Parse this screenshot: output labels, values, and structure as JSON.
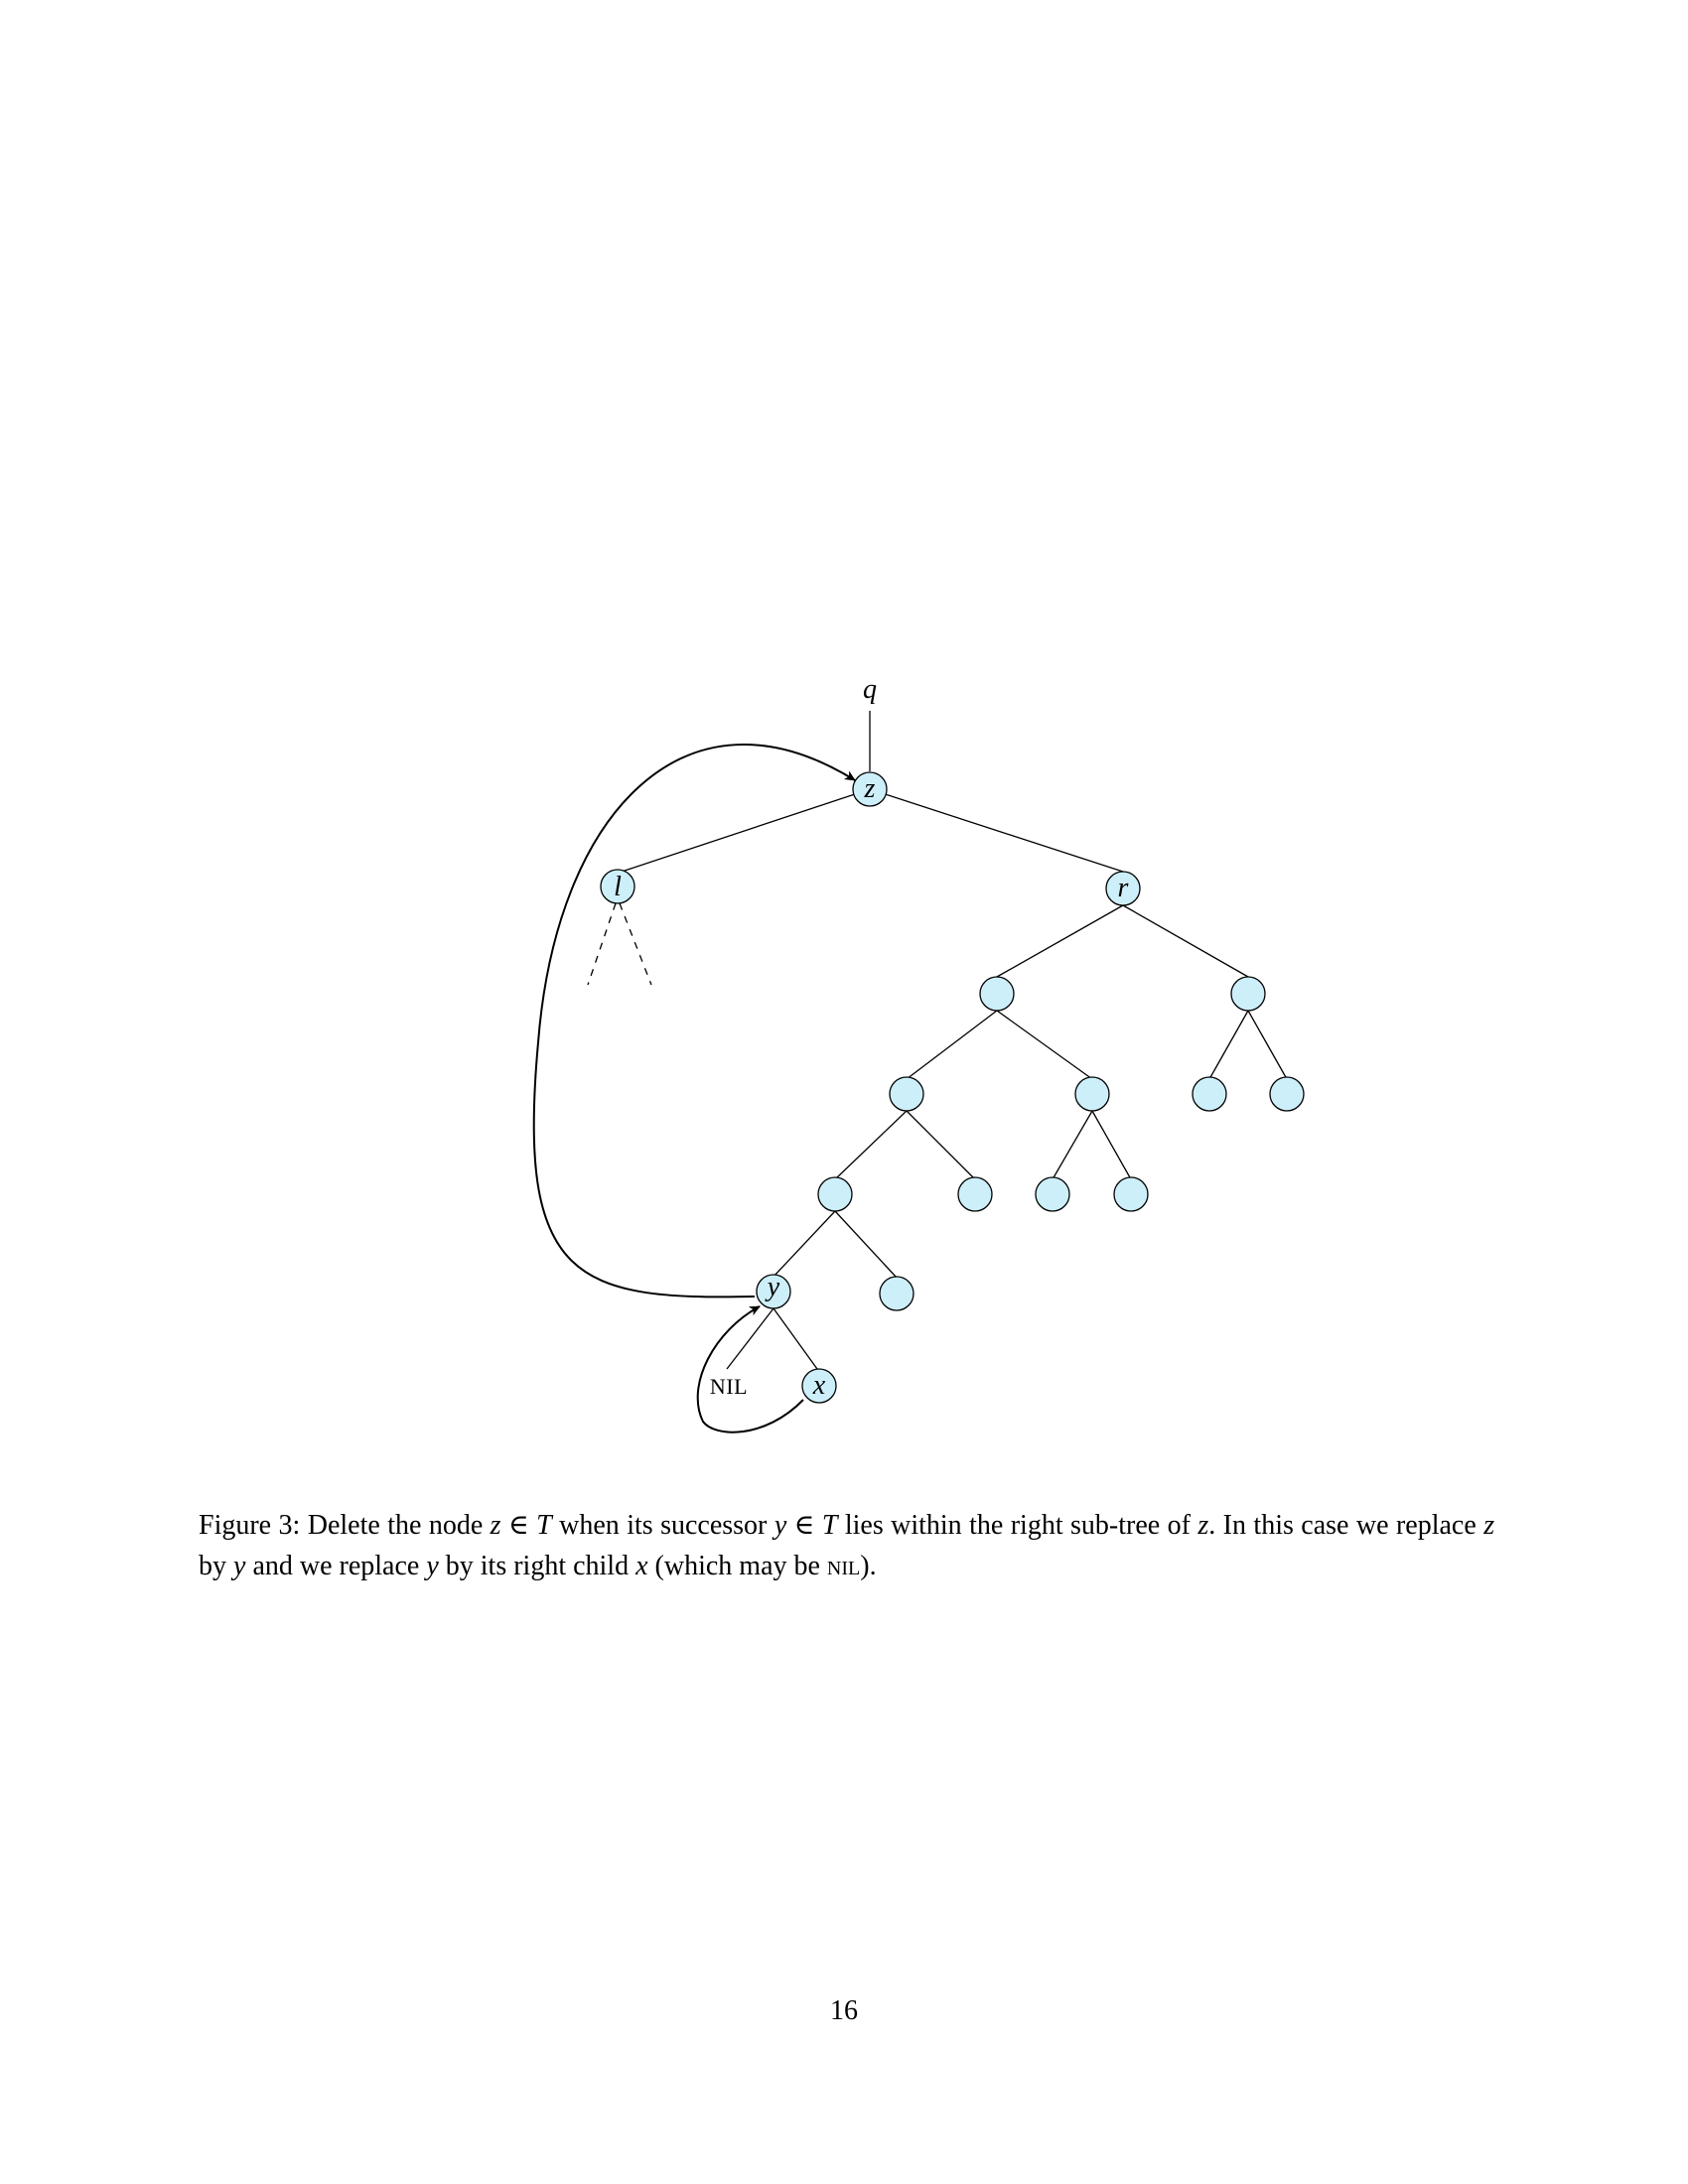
{
  "figure": {
    "labels": {
      "q": "q",
      "z": "z",
      "l": "l",
      "r": "r",
      "y": "y",
      "x": "x",
      "nil": "NIL"
    },
    "colors": {
      "node_fill": "#cdeffa",
      "stroke": "#000000"
    }
  },
  "caption": {
    "prefix": "Figure 3:",
    "t1": "Delete the node",
    "z1": "z",
    "t2": "∈",
    "T1": "T",
    "t3": "when its successor",
    "y1": "y",
    "t4": "∈",
    "T2": "T",
    "t5": "lies within the right sub-tree of",
    "z2": "z",
    "t6": ". In this case we replace",
    "z3": "z",
    "t7": "by",
    "y2": "y",
    "t8": "and we replace",
    "y3": "y",
    "t9": "by its right child",
    "x1": "x",
    "t10": "(which may be",
    "nil": "nil",
    "t11": ")."
  },
  "page_number": "16"
}
